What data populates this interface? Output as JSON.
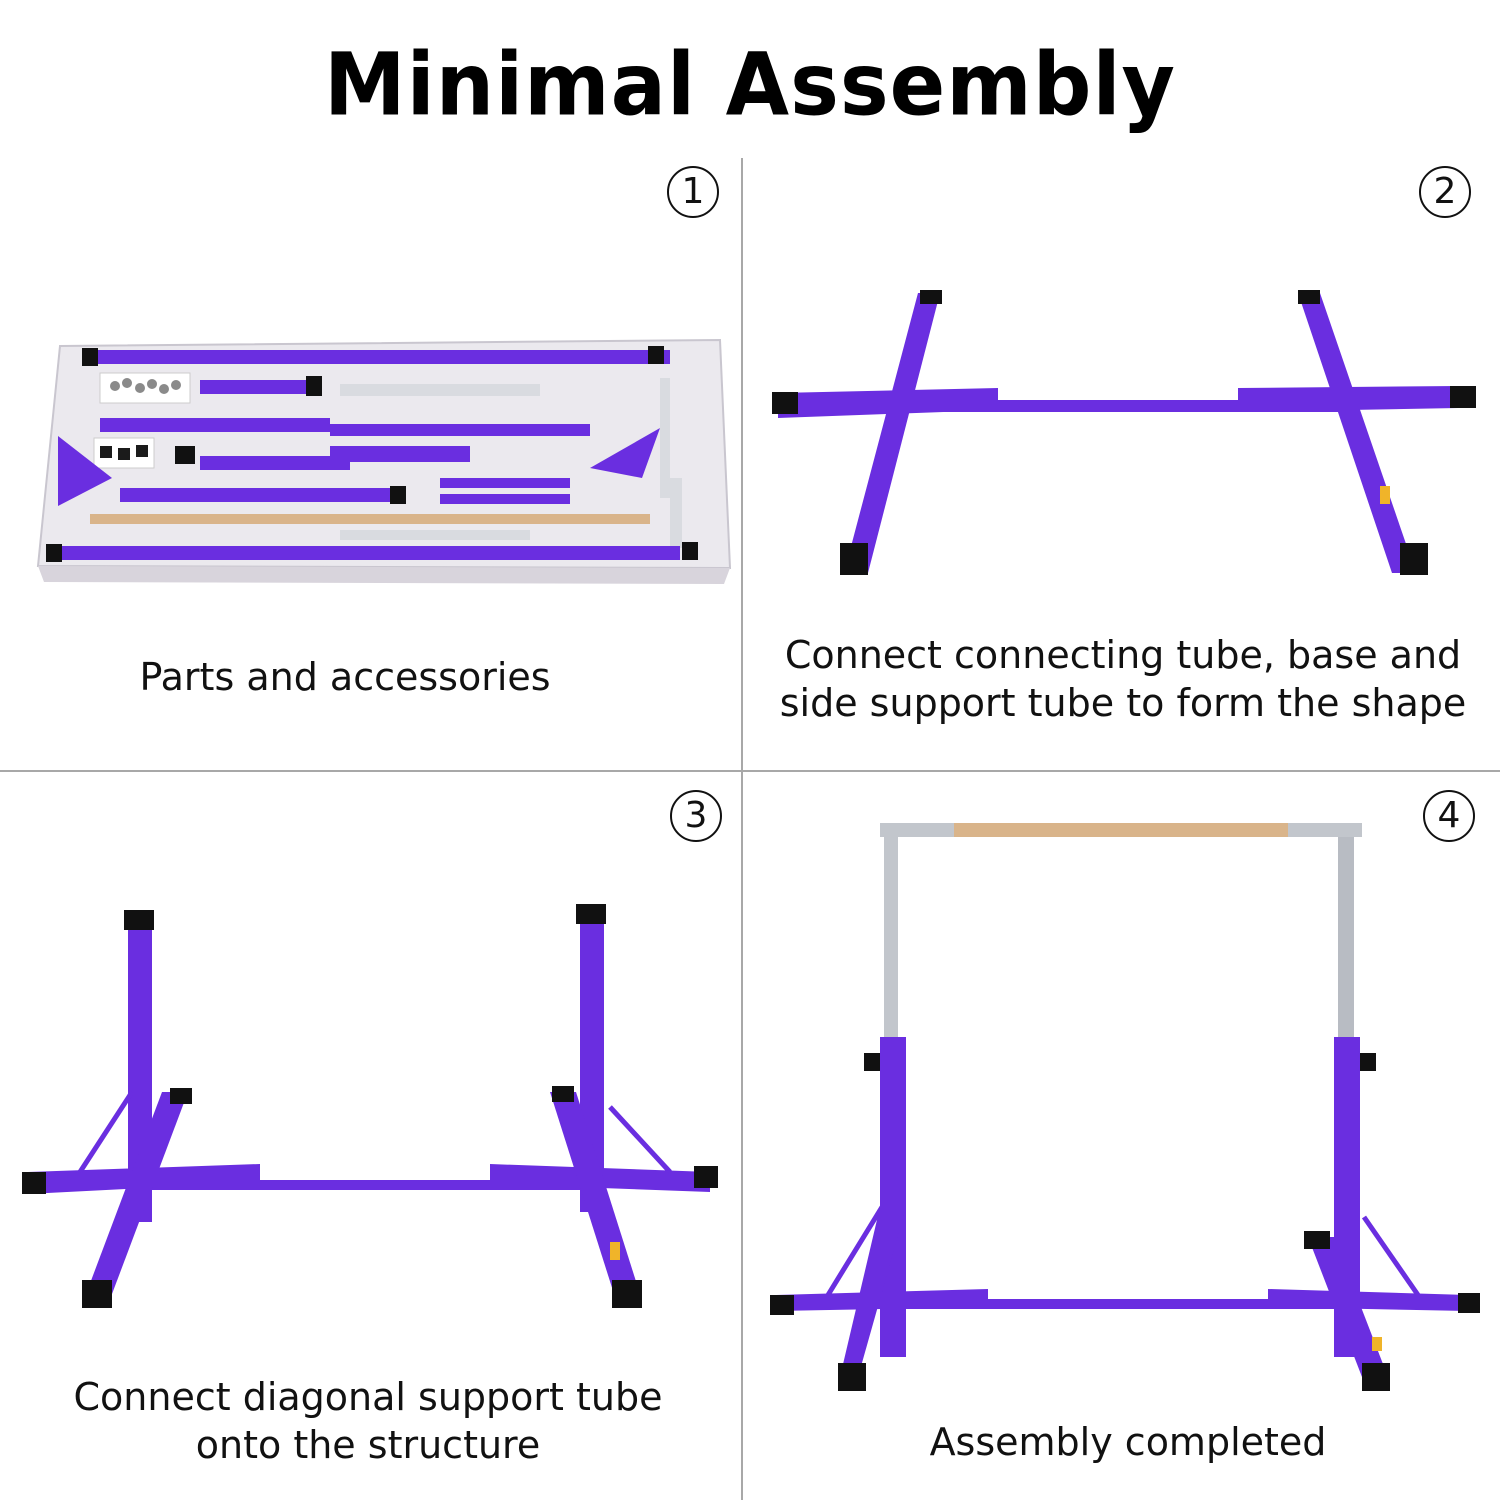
{
  "title": "Minimal Assembly",
  "colors": {
    "frame_purple": "#6a2ee0",
    "caps": "#111111",
    "wood": "#d9b48a",
    "steel": "#c2c6cc",
    "divider": "#a8a8a8"
  },
  "steps": [
    {
      "number": "1",
      "caption": "Parts and accessories"
    },
    {
      "number": "2",
      "caption_line1": "Connect connecting tube, base and",
      "caption_line2": "side support tube to form the shape"
    },
    {
      "number": "3",
      "caption_line1": "Connect diagonal support tube",
      "caption_line2": "onto the structure"
    },
    {
      "number": "4",
      "caption": "Assembly completed"
    }
  ]
}
